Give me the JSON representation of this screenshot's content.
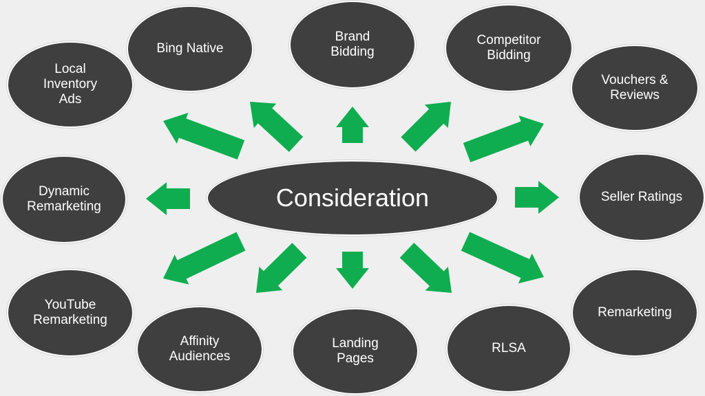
{
  "center": "Consideration",
  "nodes": {
    "bing_native": "Bing Native",
    "brand_bidding": "Brand\nBidding",
    "competitor_bidding": "Competitor\nBidding",
    "local_inventory_ads": "Local\nInventory\nAds",
    "vouchers_reviews": "Vouchers &\nReviews",
    "dynamic_remarketing": "Dynamic\nRemarketing",
    "seller_ratings": "Seller Ratings",
    "youtube_remarketing": "YouTube\nRemarketing",
    "affinity_audiences": "Affinity\nAudiences",
    "landing_pages": "Landing\nPages",
    "rlsa": "RLSA",
    "remarketing": "Remarketing"
  },
  "colors": {
    "oval_fill": "#3f3f3f",
    "arrow": "#0fad4f",
    "background": "#efefef",
    "text": "#ffffff"
  }
}
